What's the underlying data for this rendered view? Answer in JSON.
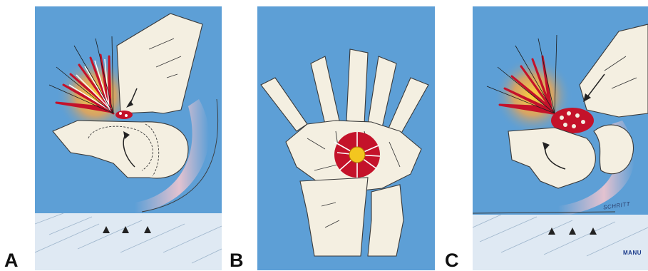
{
  "figure": {
    "panels": [
      {
        "label": "A"
      },
      {
        "label": "B"
      },
      {
        "label": "C"
      }
    ],
    "signature": "SCHRITT",
    "credit": "MANU"
  },
  "colors": {
    "background": "#5d9fd6",
    "bone": "#f4efe1",
    "injury": "#c4122a",
    "injury_core": "#f3c61f",
    "soft_tissue": "#f2c6cf",
    "surface": "#dfe9f3"
  }
}
